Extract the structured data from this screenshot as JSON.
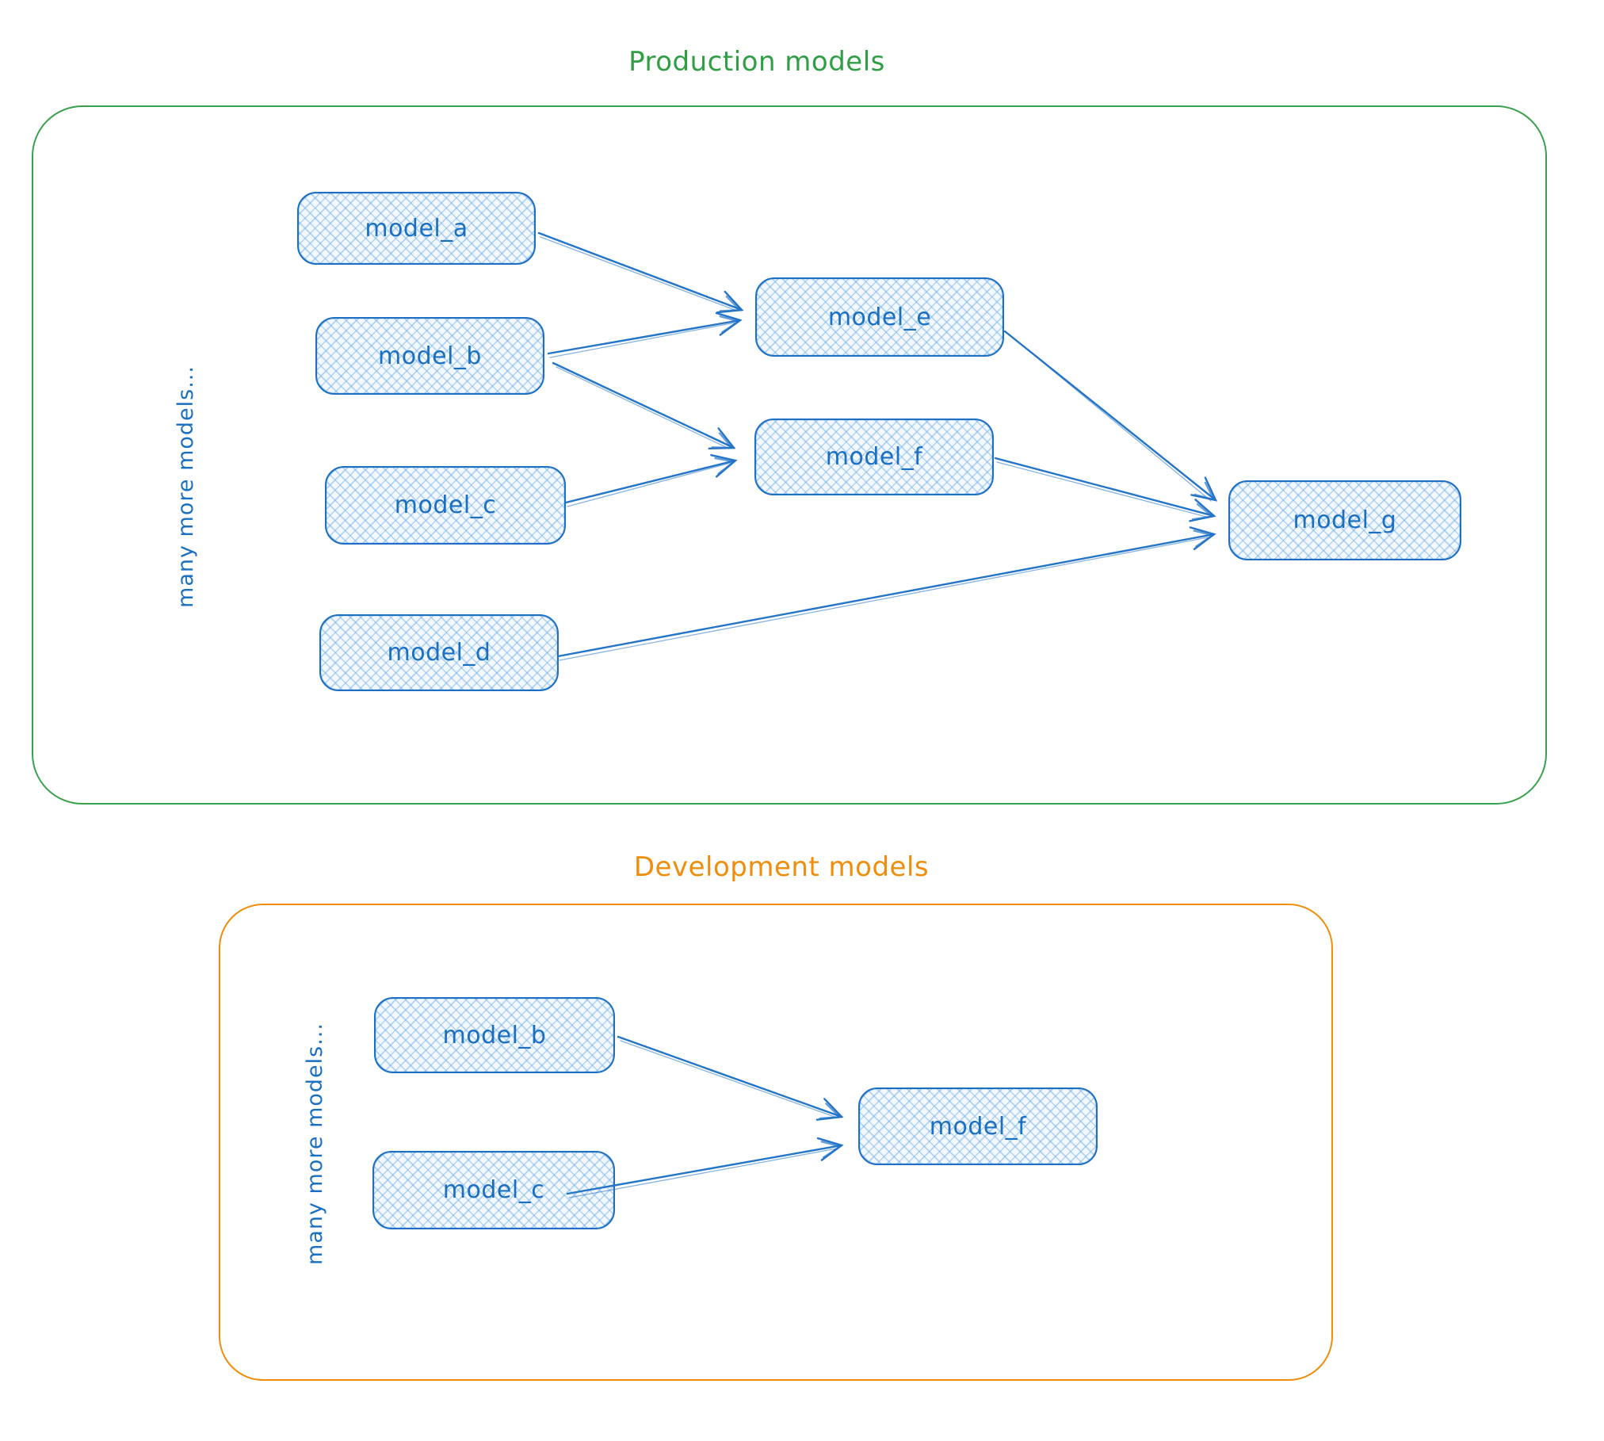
{
  "sections": [
    {
      "title": "Production models",
      "accent_color": "#2f9e44",
      "side_label": "many more models...",
      "nodes": [
        {
          "label": "model_a"
        },
        {
          "label": "model_b"
        },
        {
          "label": "model_c"
        },
        {
          "label": "model_d"
        },
        {
          "label": "model_e"
        },
        {
          "label": "model_f"
        },
        {
          "label": "model_g"
        }
      ],
      "edges": [
        {
          "from": "model_a",
          "to": "model_e"
        },
        {
          "from": "model_b",
          "to": "model_e"
        },
        {
          "from": "model_b",
          "to": "model_f"
        },
        {
          "from": "model_c",
          "to": "model_f"
        },
        {
          "from": "model_e",
          "to": "model_g"
        },
        {
          "from": "model_f",
          "to": "model_g"
        },
        {
          "from": "model_d",
          "to": "model_g"
        }
      ]
    },
    {
      "title": "Development models",
      "accent_color": "#f08c00",
      "side_label": "many more models...",
      "nodes": [
        {
          "label": "model_b"
        },
        {
          "label": "model_c"
        },
        {
          "label": "model_f"
        }
      ],
      "edges": [
        {
          "from": "model_b",
          "to": "model_f"
        },
        {
          "from": "model_c",
          "to": "model_f"
        }
      ]
    }
  ],
  "style": {
    "node_stroke_color": "#1c6fc2",
    "node_fill_color": "#e8f2fc",
    "node_text_color": "#1b6fc1",
    "edge_color": "#2474c7"
  }
}
